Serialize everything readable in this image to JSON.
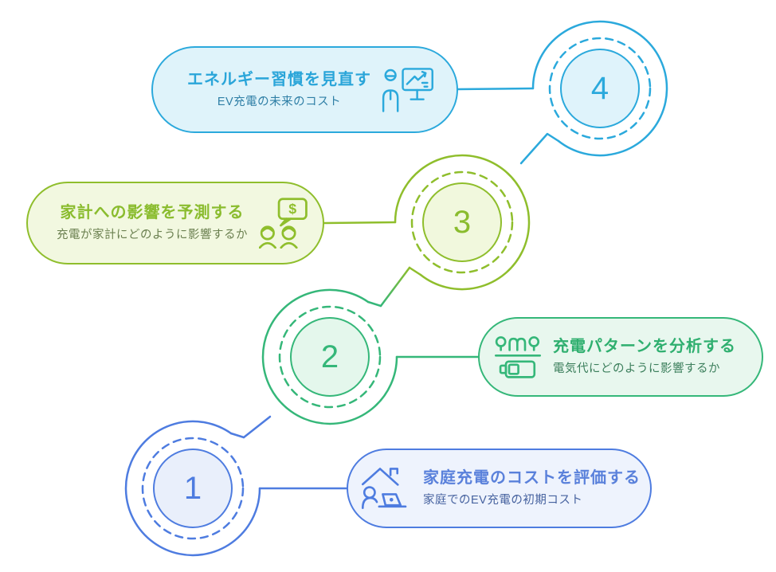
{
  "figure": {
    "type": "process-spiral-timeline",
    "language": "ja",
    "step_count": 4
  },
  "palette": {
    "step1_blue": "#4e7ce0",
    "step2_emerald": "#35b779",
    "step3_yellow_green": "#8fbe2c",
    "step4_cyan": "#2ba9dc"
  },
  "steps": [
    {
      "number": "1",
      "title": "家庭充電のコストを評価する",
      "subtitle": "家庭でのEV充電の初期コスト",
      "icon": "home-laptop-icon",
      "accent": "#4e7ce0",
      "fill": "#eef3fd"
    },
    {
      "number": "2",
      "title": "充電パターンを分析する",
      "subtitle": "電気代にどのように影響するか",
      "icon": "route-battery-icon",
      "accent": "#35b779",
      "fill": "#e8f7ee"
    },
    {
      "number": "3",
      "title": "家計への影響を予測する",
      "subtitle": "充電が家計にどのように影響するか",
      "icon": "money-chat-icon",
      "accent": "#8fbe2c",
      "fill": "#f2f8e0"
    },
    {
      "number": "4",
      "title": "エネルギー習慣を見直す",
      "subtitle": "EV充電の未来のコスト",
      "icon": "presentation-icon",
      "accent": "#2ba9dc",
      "fill": "#dff3fa"
    }
  ]
}
